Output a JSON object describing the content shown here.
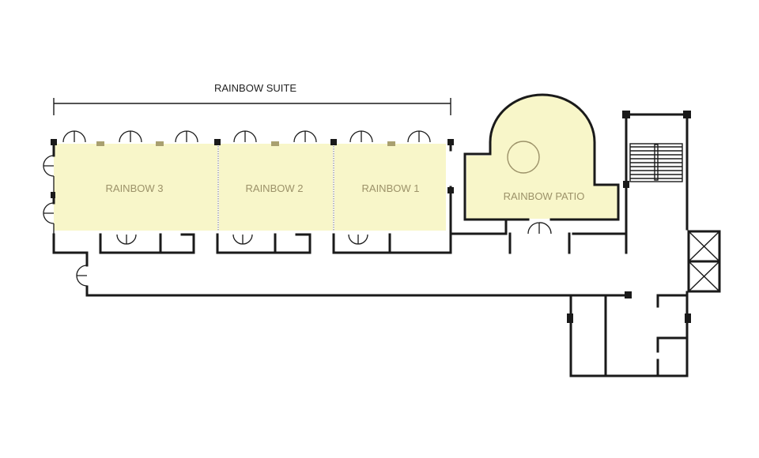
{
  "suite": {
    "label": "RAINBOW SUITE"
  },
  "rooms": {
    "rainbow_3": "RAINBOW 3",
    "rainbow_2": "RAINBOW 2",
    "rainbow_1": "RAINBOW 1",
    "rainbow_patio": "RAINBOW PATIO"
  },
  "colors": {
    "room_fill": "#f8f6c9",
    "wall": "#1a1a1a",
    "label": "#9c9269"
  }
}
